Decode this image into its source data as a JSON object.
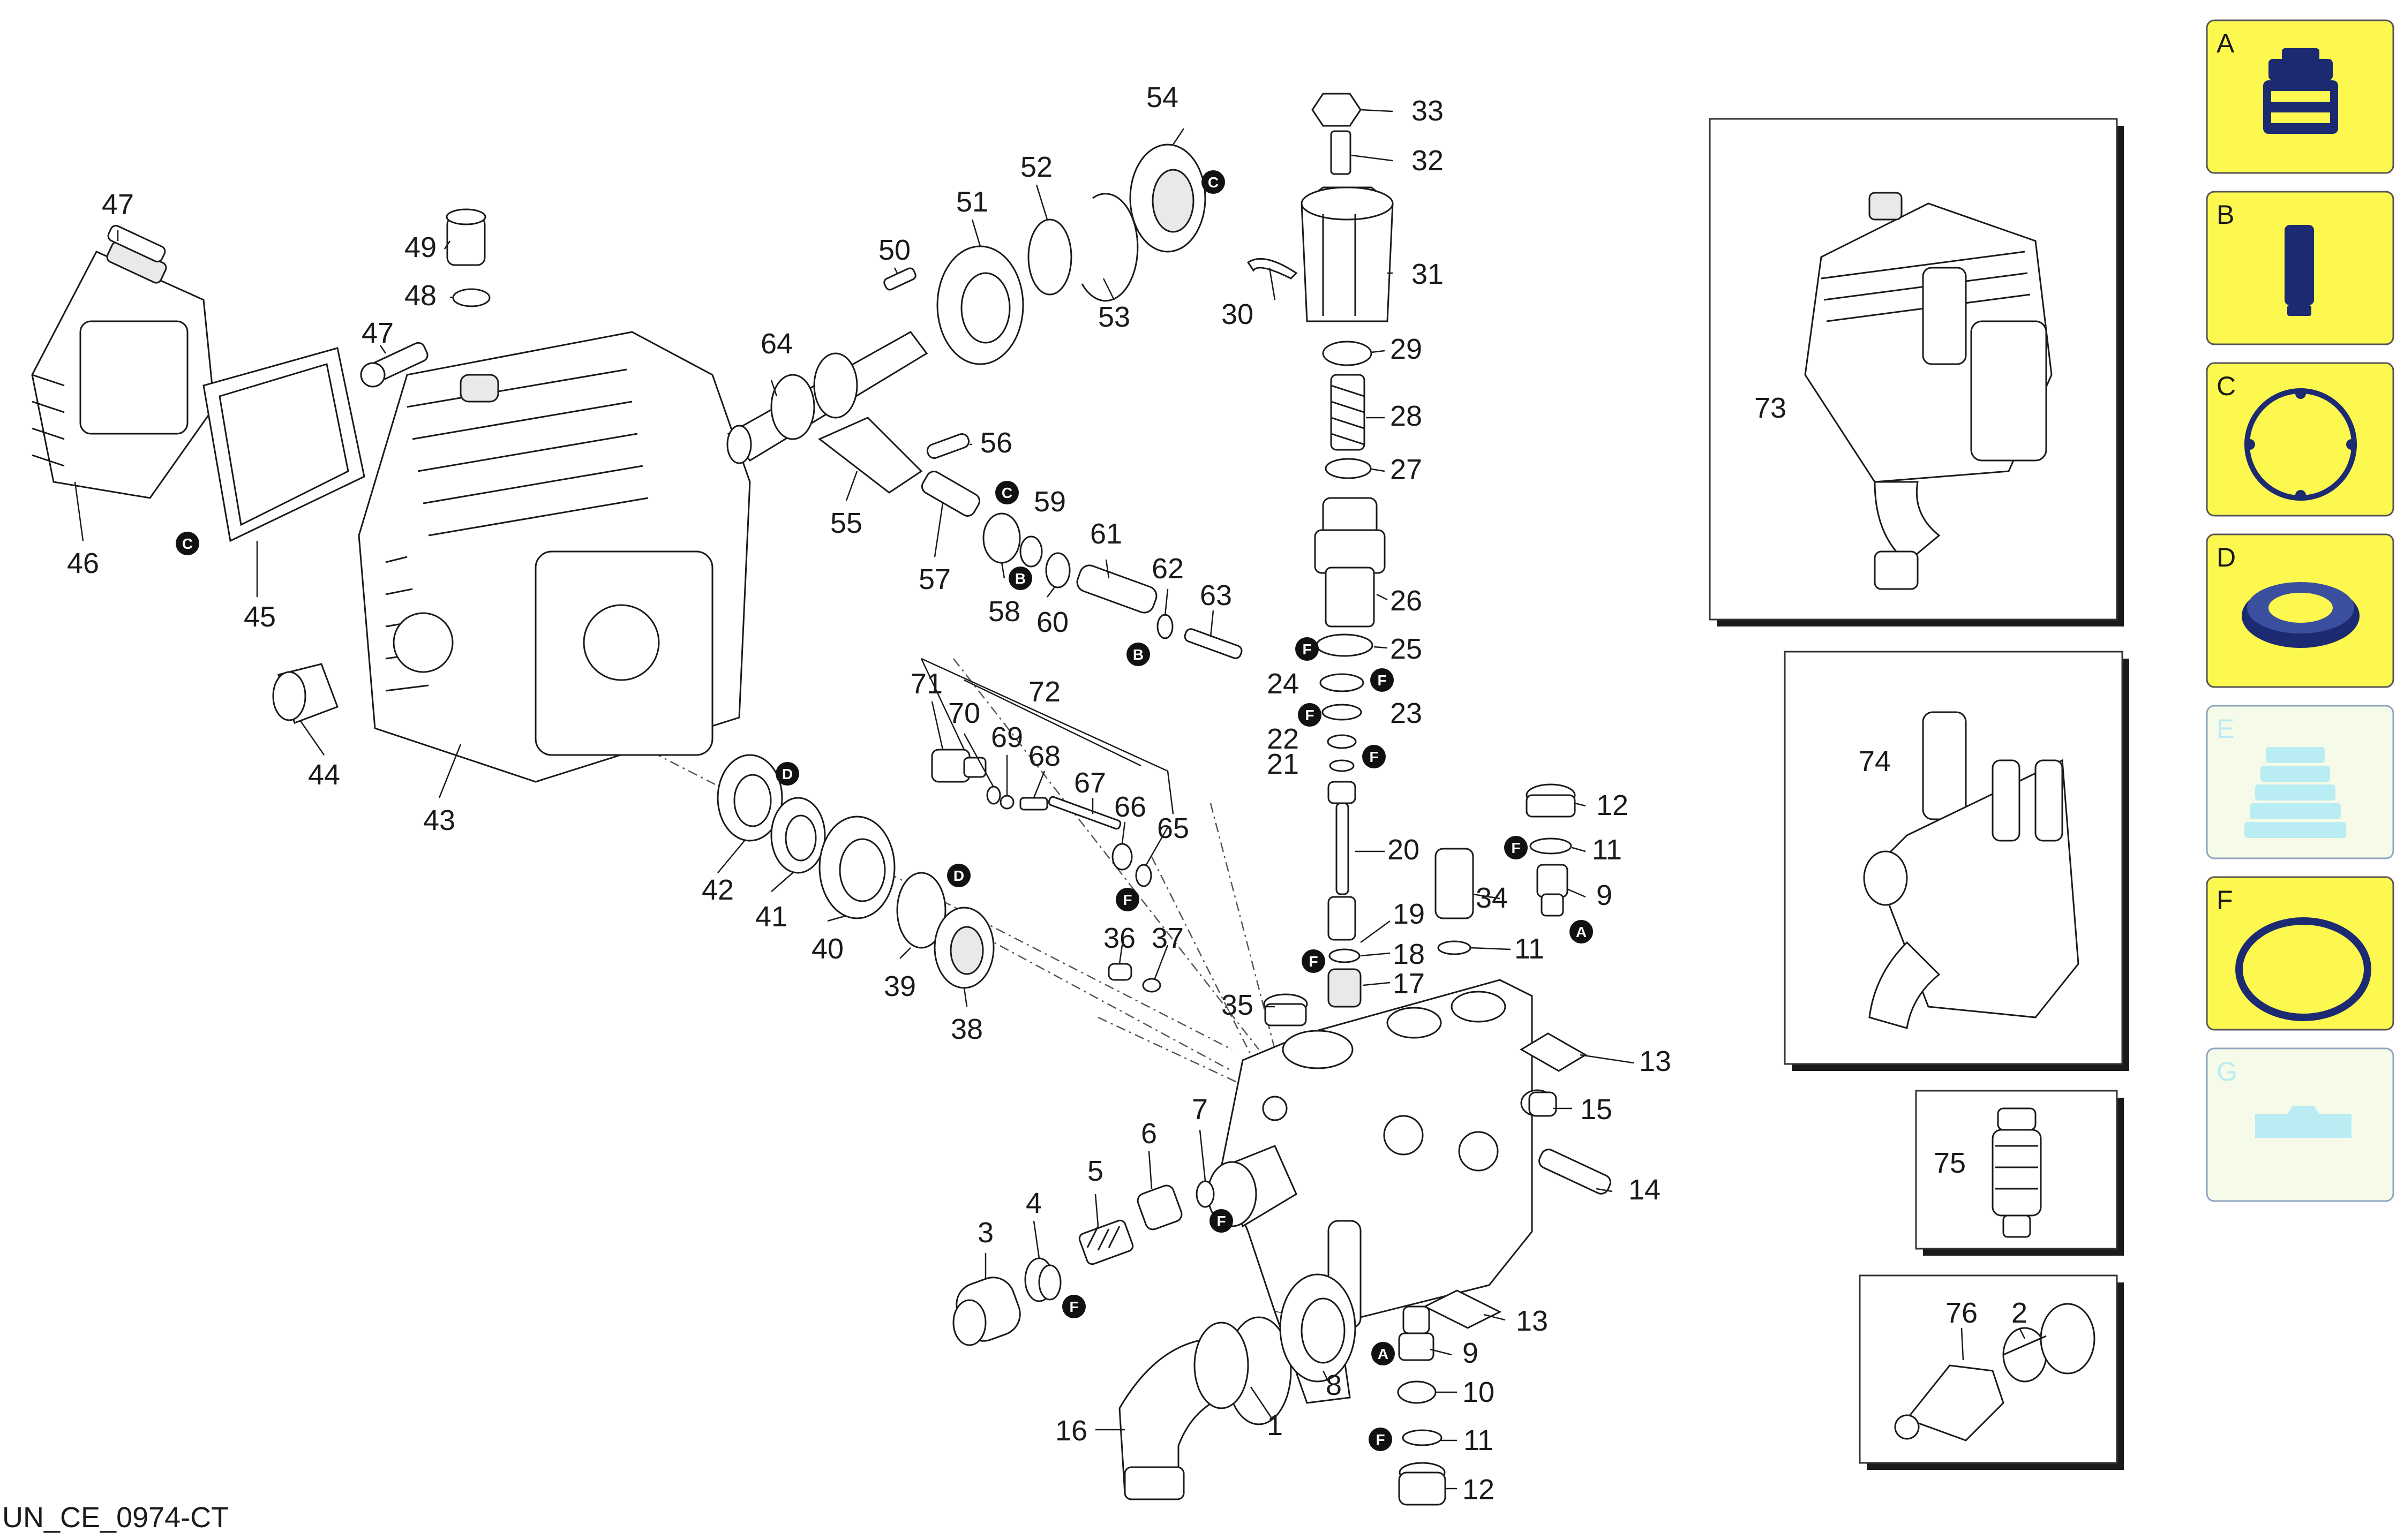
{
  "diagram": {
    "code_label": "UN_CE_0974-CT",
    "callouts": [
      "1",
      "2",
      "3",
      "4",
      "5",
      "6",
      "7",
      "8",
      "9",
      "10",
      "11",
      "12",
      "13",
      "14",
      "15",
      "16",
      "17",
      "18",
      "19",
      "20",
      "21",
      "22",
      "23",
      "24",
      "25",
      "26",
      "27",
      "28",
      "29",
      "30",
      "31",
      "32",
      "33",
      "34",
      "35",
      "36",
      "37",
      "38",
      "39",
      "40",
      "41",
      "42",
      "43",
      "44",
      "45",
      "46",
      "47",
      "48",
      "49",
      "50",
      "51",
      "52",
      "53",
      "54",
      "55",
      "56",
      "57",
      "58",
      "59",
      "60",
      "61",
      "62",
      "63",
      "64",
      "65",
      "66",
      "67",
      "68",
      "69",
      "70",
      "71",
      "72",
      "73",
      "74",
      "75",
      "76"
    ],
    "badges": {
      "A": "A",
      "B": "B",
      "C": "C",
      "D": "D",
      "F": "F"
    },
    "insets": [
      {
        "label": "73"
      },
      {
        "label": "74"
      },
      {
        "label": "75"
      },
      {
        "label": "76"
      },
      {
        "label": "2"
      }
    ],
    "legend": [
      {
        "letter": "A",
        "color": "#fcf84f",
        "icon": "nozzle-icon"
      },
      {
        "letter": "B",
        "color": "#fcf84f",
        "icon": "pin-icon"
      },
      {
        "letter": "C",
        "color": "#fcf84f",
        "icon": "gasket-icon"
      },
      {
        "letter": "D",
        "color": "#fcf84f",
        "icon": "seal-icon"
      },
      {
        "letter": "E",
        "color": "#f5fbe8",
        "icon": "bellows-icon"
      },
      {
        "letter": "F",
        "color": "#fcf84f",
        "icon": "o-ring-icon"
      },
      {
        "letter": "G",
        "color": "#f5fbe8",
        "icon": "strip-icon"
      }
    ]
  }
}
